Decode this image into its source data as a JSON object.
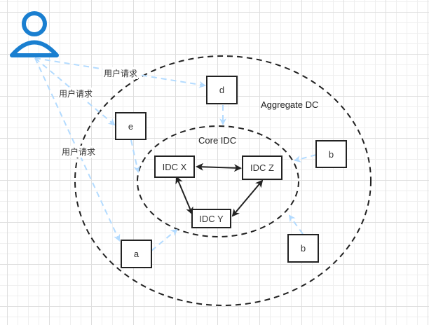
{
  "user": {
    "icon": "user-icon",
    "color": "#1a7fd0"
  },
  "zones": {
    "aggregate": {
      "label": "Aggregate DC"
    },
    "core": {
      "label": "Core IDC"
    }
  },
  "core_nodes": [
    {
      "id": "x",
      "label": "IDC X"
    },
    {
      "id": "z",
      "label": "IDC Z"
    },
    {
      "id": "y",
      "label": "IDC Y"
    }
  ],
  "edge_nodes": [
    {
      "id": "d",
      "label": "d"
    },
    {
      "id": "e",
      "label": "e"
    },
    {
      "id": "b1",
      "label": "b"
    },
    {
      "id": "b2",
      "label": "b"
    },
    {
      "id": "a",
      "label": "a"
    }
  ],
  "request_labels": [
    "用户请求",
    "用户请求",
    "用户请求"
  ],
  "colors": {
    "request_arrow": "#b3dbff",
    "core_arrow": "#222222",
    "zone_border": "#222222"
  }
}
